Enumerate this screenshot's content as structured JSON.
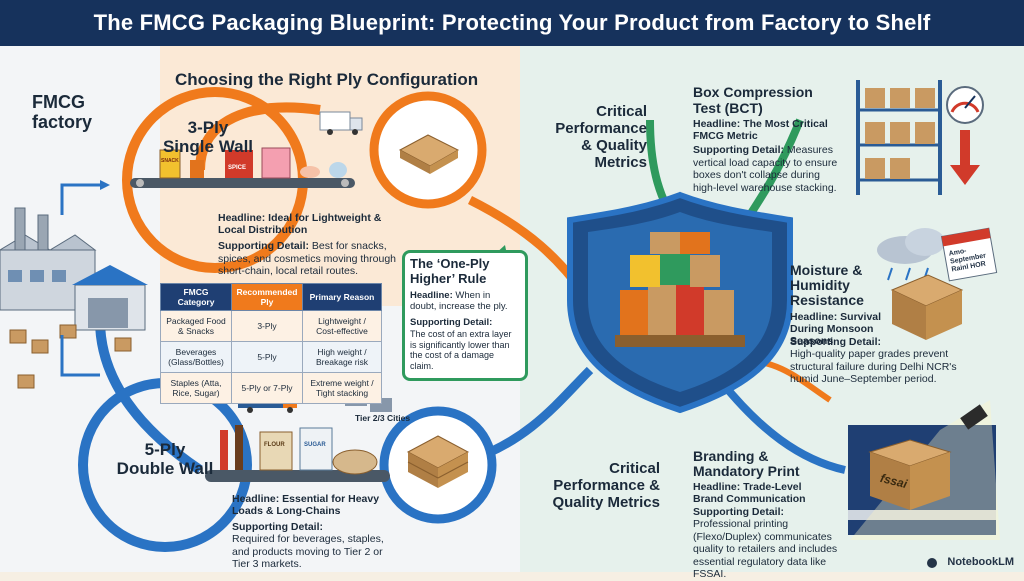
{
  "title": "The FMCG Packaging Blueprint: Protecting Your Product from Factory to Shelf",
  "factory_label": "FMCG\nfactory",
  "ply_section_title": "Choosing the Right Ply Configuration",
  "three_ply": {
    "label": "3-Ply\nSingle Wall",
    "headline": "Headline: Ideal for Lightweight & Local Distribution",
    "detail_label": "Supporting Detail:",
    "detail": " Best for snacks, spices, and cosmetics moving through short-chain, local retail routes.",
    "snack_text": "SNACK",
    "spice_text": "SPICE"
  },
  "table": {
    "headers": [
      "FMCG Category",
      "Recommended Ply",
      "Primary Reason"
    ],
    "rows": [
      [
        "Packaged Food & Snacks",
        "3-Ply",
        "Lightweight / Cost-effective"
      ],
      [
        "Beverages (Glass/Bottles)",
        "5-Ply",
        "High weight / Breakage risk"
      ],
      [
        "Staples (Atta, Rice, Sugar)",
        "5-Ply or 7-Ply",
        "Extreme weight / Tight stacking"
      ]
    ]
  },
  "one_ply": {
    "title": "The ‘One-Ply Higher’ Rule",
    "headline_label": "Headline:",
    "headline": " When in doubt, increase the ply.",
    "detail_label": "Supporting Detail:",
    "detail": "The cost of an extra layer is significantly lower than the cost of a damage claim."
  },
  "five_ply": {
    "label": "5-Ply\nDouble Wall",
    "headline": "Headline: Essential for Heavy Loads & Long-Chains",
    "detail_label": "Supporting Detail:",
    "detail": "Required for beverages, staples, and products moving to Tier 2 or Tier 3 markets.",
    "tier_label": "Tier 2/3 Cities",
    "flour_text": "FLOUR",
    "sugar_text": "SUGAR"
  },
  "metrics_top": "Critical\nPerformance\n& Quality\nMetrics",
  "metrics_bottom": "Critical\nPerformance &\nQuality Metrics",
  "bct": {
    "title": "Box Compression\nTest (BCT)",
    "headline": "Headline: The Most Critical FMCG Metric",
    "detail_label": "Supporting Detail:",
    "detail": " Measures vertical load capacity to ensure boxes don't collapse during high-level warehouse stacking."
  },
  "moisture": {
    "title": "Moisture &\nHumidity\nResistance",
    "headline": "Headline: Survival During Monsoon Seasons",
    "detail_label": "Supporting Detail:",
    "detail": "High-quality paper grades prevent structural failure during Delhi NCR's humid June–September period.",
    "calendar_text": "Amo- September Rainl HOR"
  },
  "branding": {
    "title": "Branding &\nMandatory Print",
    "headline": "Headline: Trade-Level Brand Communication",
    "detail_label": "Supporting Detail:",
    "detail": "Professional printing (Flexo/Duplex) communicates quality to retailers and includes essential regulatory data like FSSAI.",
    "box_text": "fssai"
  },
  "credit": "NotebookLM",
  "colors": {
    "navy": "#16325c",
    "orange": "#f07a1c",
    "blue": "#2a73c4",
    "green": "#2f9a5d",
    "kraft": "#c99a62"
  },
  "icons": [
    "factory-icon",
    "truck-icon",
    "conveyor-icon",
    "corrugated-stack-icon",
    "shield-icon",
    "warehouse-rack-icon",
    "gauge-icon",
    "down-arrow-icon",
    "rain-cloud-icon",
    "calendar-icon",
    "spotlight-icon",
    "credit-logo-icon"
  ]
}
